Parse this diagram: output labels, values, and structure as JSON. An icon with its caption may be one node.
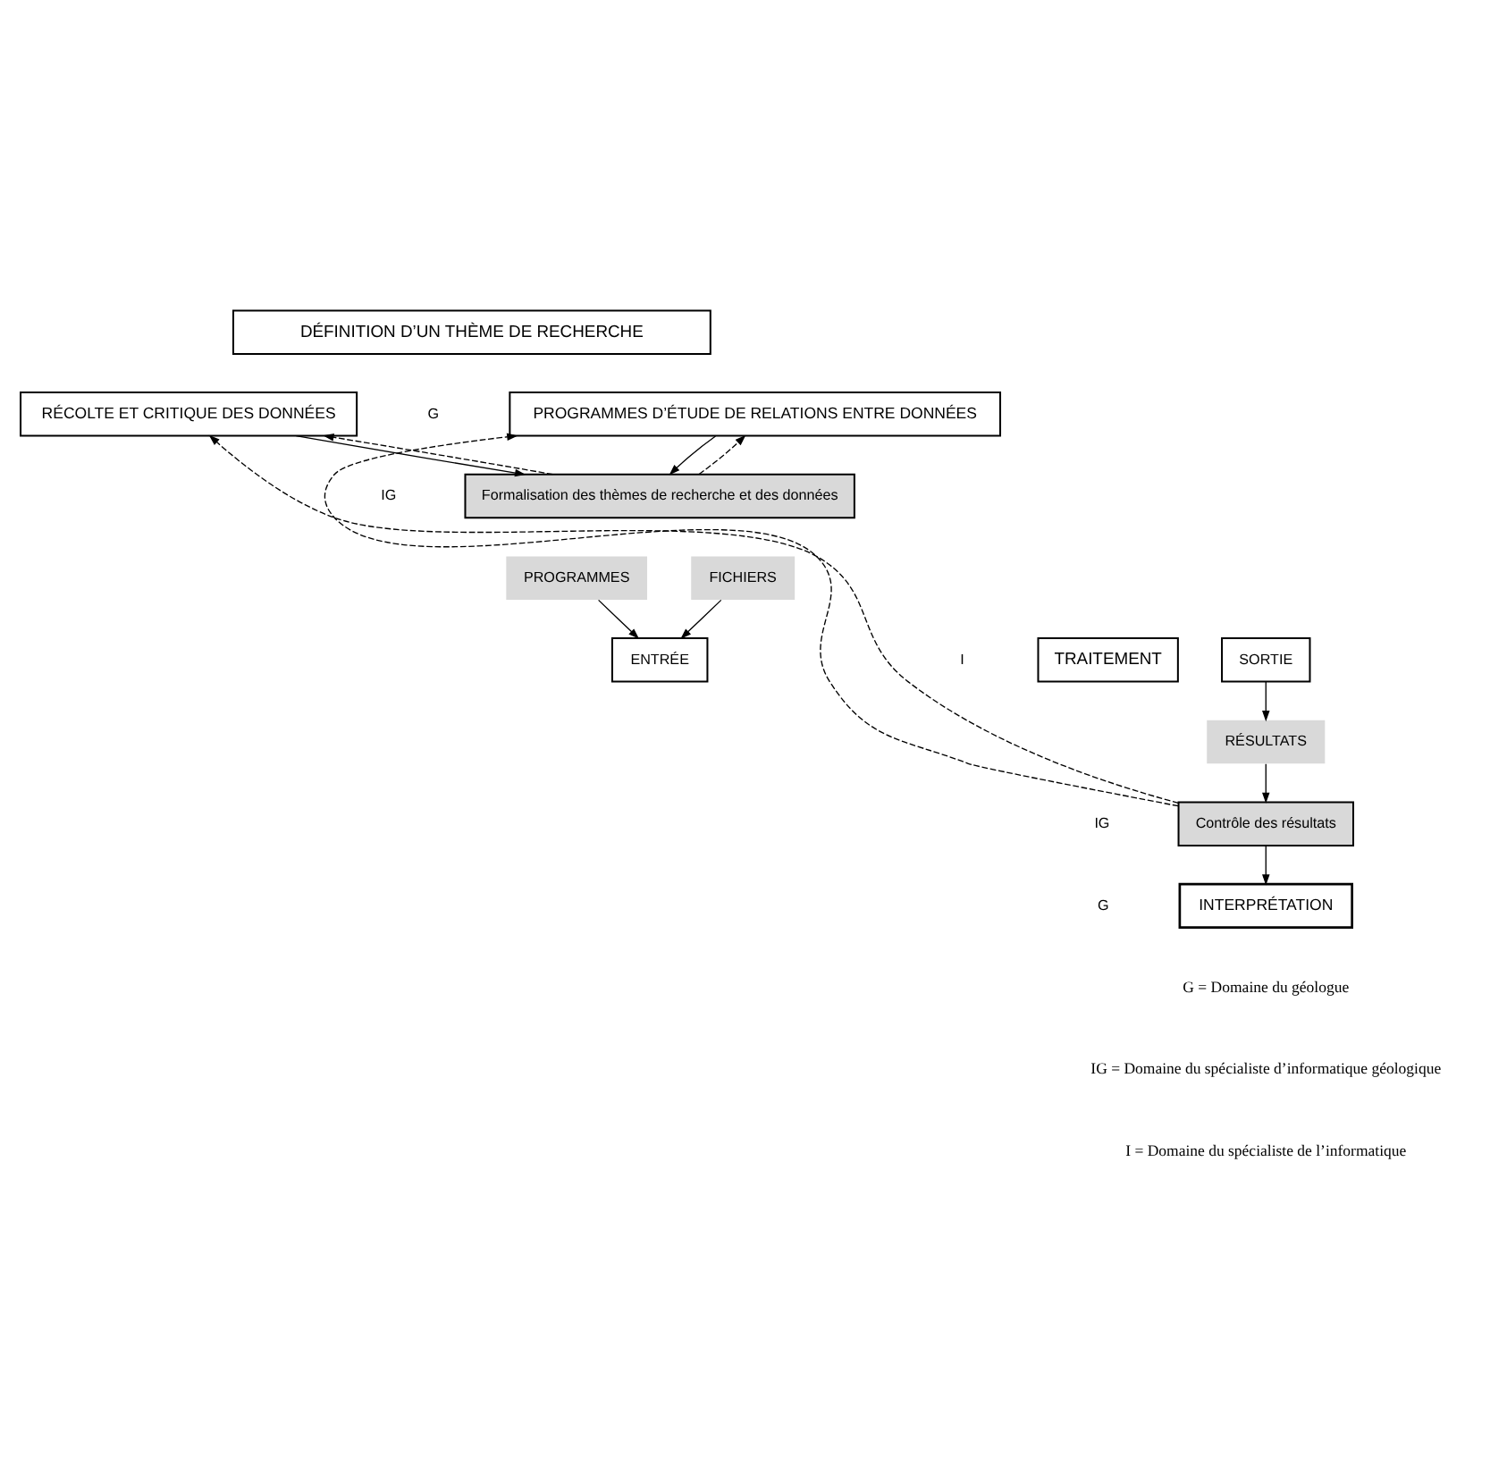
{
  "diagram": {
    "nodes": [
      {
        "text": [
          "DÉFINITION D’UN THÈME DE RECHERCHE"
        ]
      },
      {
        "text": [
          "PROGRAMMES D’ÉTUDE DE RELATIONS ENTRE DONNÉES"
        ]
      },
      {
        "text": [
          "RÉCOLTE ET CRITIQUE DES DONNÉES"
        ]
      },
      {
        "text": [
          "Formalisation des thèmes de recherche et des données"
        ]
      },
      {
        "text": [
          "PROGRAMMES"
        ]
      },
      {
        "text": [
          "FICHIERS"
        ]
      },
      {
        "text": [
          "ENTRÉE"
        ]
      },
      {
        "text": [
          "TRAITEMENT"
        ]
      },
      {
        "text": [
          "SORTIE"
        ]
      },
      {
        "text": [
          "RÉSULTATS"
        ]
      },
      {
        "text": [
          "Contrôle des résultats"
        ]
      },
      {
        "text": [
          "INTERPRÉTATION"
        ]
      }
    ],
    "edges": [
      {
        "from": 1,
        "to": 3,
        "arrow": "to"
      },
      {
        "from": 2,
        "to": 3,
        "arrow": "to"
      },
      {
        "from": 3,
        "to": 1,
        "arrow": "to",
        "style": "dashed"
      },
      {
        "from": 3,
        "to": 2,
        "arrow": "to",
        "style": "dashed"
      },
      {
        "from": 4,
        "to": 6,
        "arrow": "to"
      },
      {
        "from": 5,
        "to": 6,
        "arrow": "to"
      },
      {
        "from": 8,
        "to": 9,
        "arrow": "to"
      },
      {
        "from": 9,
        "to": 10,
        "arrow": "to"
      },
      {
        "from": 10,
        "to": 11,
        "arrow": "to"
      },
      {
        "from": 10,
        "to": 1,
        "arrow": "to",
        "style": "dashed"
      },
      {
        "from": 10,
        "to": 2,
        "arrow": "to",
        "style": "dashed"
      }
    ],
    "labels": [
      "G",
      "IG",
      "I",
      "IG",
      "G",
      "G = Domaine du géologue",
      "IG = Domaine du spécialiste d’informatique géologique",
      "I = Domaine du spécialiste de l’informatique"
    ]
  }
}
